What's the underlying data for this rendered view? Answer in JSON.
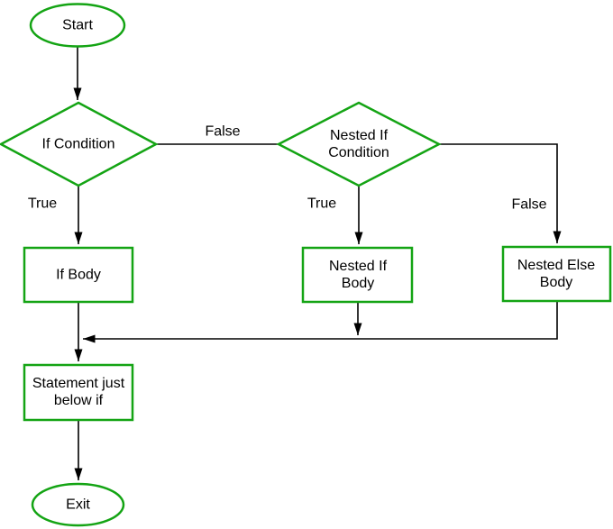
{
  "nodes": {
    "start": "Start",
    "if_condition": "If Condition",
    "nested_if_condition": "Nested If Condition",
    "if_body": "If Body",
    "nested_if_body": "Nested If Body",
    "nested_else_body": "Nested Else Body",
    "statement_below_if": "Statement just below if",
    "exit": "Exit"
  },
  "edge_labels": {
    "if_true": "True",
    "if_false": "False",
    "nested_if_true": "True",
    "nested_if_false": "False"
  },
  "colors": {
    "shape_stroke": "#14A414",
    "edge_color": "#000000",
    "text_color": "#000000",
    "background": "#FFFFFF"
  }
}
